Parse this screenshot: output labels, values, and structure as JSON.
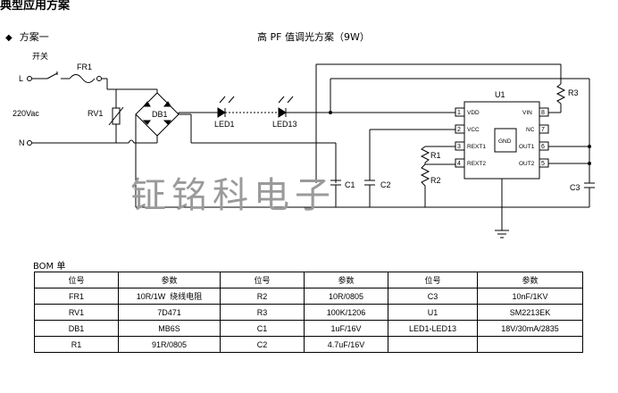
{
  "heading": "典型应用方案",
  "scheme": {
    "bullet": "◆",
    "label": "方案一"
  },
  "schematic": {
    "title": "高 PF 值调光方案（9W）",
    "labels": {
      "switch": "开关",
      "fr1": "FR1",
      "l": "L",
      "n": "N",
      "voltage": "220Vac",
      "rv1": "RV1",
      "db1": "DB1",
      "led1": "LED1",
      "led13": "LED13",
      "u1": "U1",
      "r3": "R3",
      "r1": "R1",
      "r2": "R2",
      "c1": "C1",
      "c2": "C2",
      "c3": "C3",
      "gnd": "GND"
    },
    "ic_pins_left": [
      {
        "num": "1",
        "name": "VDD"
      },
      {
        "num": "2",
        "name": "VCC"
      },
      {
        "num": "3",
        "name": "REXT1"
      },
      {
        "num": "4",
        "name": "REXT2"
      }
    ],
    "ic_pins_right": [
      {
        "num": "8",
        "name": "VIN"
      },
      {
        "num": "7",
        "name": "NC"
      },
      {
        "num": "6",
        "name": "OUT1"
      },
      {
        "num": "5",
        "name": "OUT2"
      }
    ]
  },
  "watermark": "钲铭科电子",
  "bom": {
    "title": "BOM 单",
    "headers": [
      "位号",
      "参数",
      "位号",
      "参数",
      "位号",
      "参数"
    ],
    "rows": [
      [
        "FR1",
        "10R/1W  绕线电阻",
        "R2",
        "10R/0805",
        "C3",
        "10nF/1KV"
      ],
      [
        "RV1",
        "7D471",
        "R3",
        "100K/1206",
        "U1",
        "SM2213EK"
      ],
      [
        "DB1",
        "MB6S",
        "C1",
        "1uF/16V",
        "LED1-LED13",
        "18V/30mA/2835"
      ],
      [
        "R1",
        "91R/0805",
        "C2",
        "4.7uF/16V",
        "",
        ""
      ]
    ]
  }
}
